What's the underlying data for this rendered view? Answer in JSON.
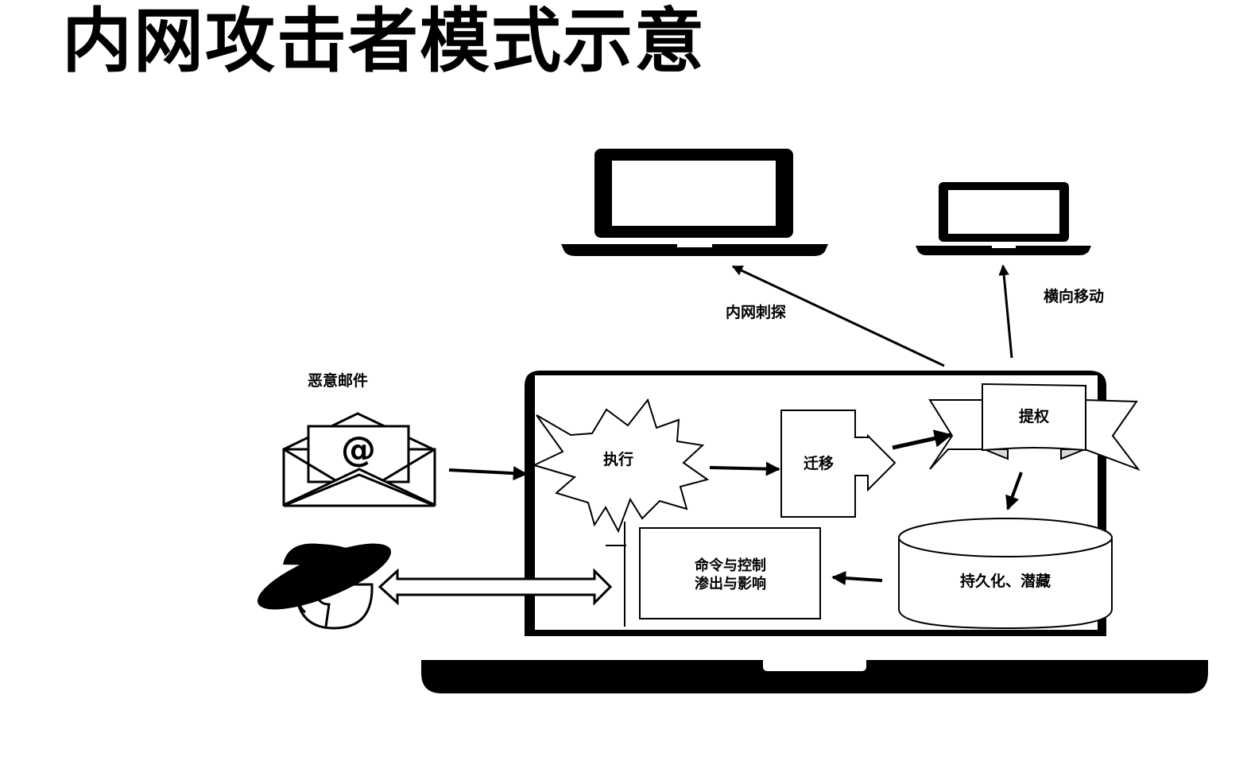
{
  "title": "内网攻击者模式示意",
  "labels": {
    "malicious_email": "恶意邮件",
    "execute": "执行",
    "migrate": "迁移",
    "privilege_escalation": "提权",
    "persistence": "持久化、潜藏",
    "command_control_line1": "命令与控制",
    "command_control_line2": "渗出与影响",
    "internal_recon": "内网刺探",
    "lateral_movement": "横向移动"
  },
  "icons": {
    "email": "envelope-at-icon",
    "attacker": "hacker-hat-icon",
    "laptop": "laptop-icon"
  },
  "colors": {
    "ink": "#000000",
    "paper": "#ffffff",
    "ribbon_fold": "#d9d9d9"
  }
}
